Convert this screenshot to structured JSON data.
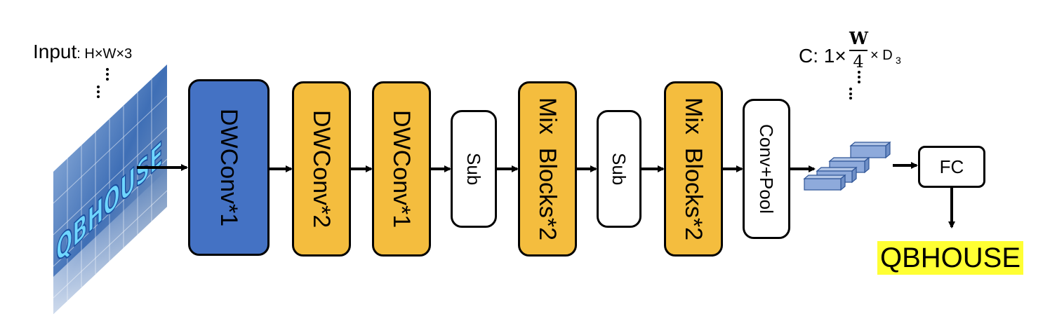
{
  "diagram": {
    "input_label": "Input",
    "input_dims": ": H×W×3",
    "input_image_text": "QBHOUSE",
    "blocks": [
      {
        "label": "DWConv*1",
        "style": "blue"
      },
      {
        "label": "DWConv*2",
        "style": "orange"
      },
      {
        "label": "DWConv*1",
        "style": "orange"
      },
      {
        "label": "Sub",
        "style": "white"
      },
      {
        "label": "Mix  Blocks*2",
        "style": "orange"
      },
      {
        "label": "Sub",
        "style": "white"
      },
      {
        "label": "Mix  Blocks*2",
        "style": "orange"
      },
      {
        "label": "Conv+Pool",
        "style": "white"
      }
    ],
    "feature_label": {
      "prefix": "C: 1×",
      "numerator": "W",
      "denominator": "4",
      "suffix": "× D",
      "subscript": "3"
    },
    "fc_label": "FC",
    "output_label": "QBHOUSE",
    "colors": {
      "blue_block": "#4472c4",
      "orange_block": "#f4bd3e",
      "output_highlight": "#ffff33",
      "feature_cube": "#8eaadb"
    }
  }
}
